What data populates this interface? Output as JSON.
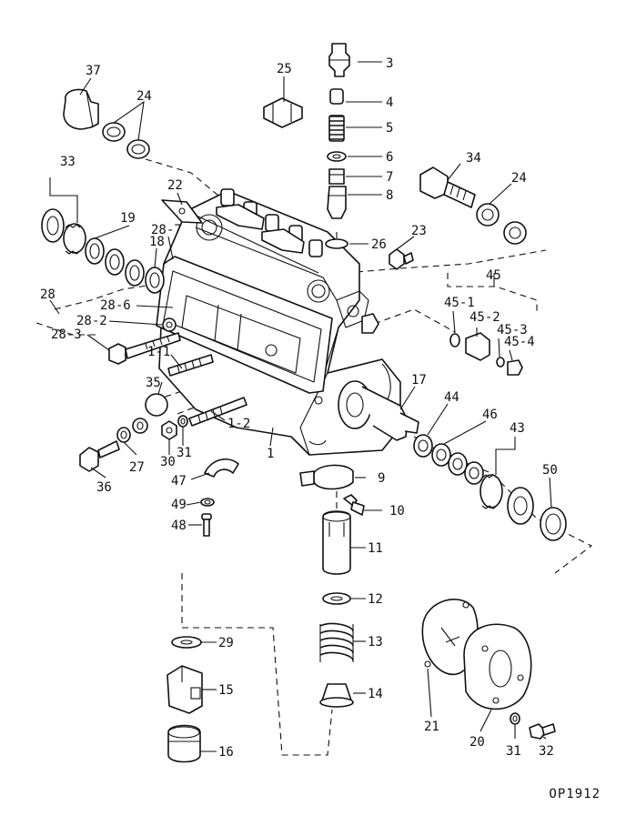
{
  "diagram": {
    "reference_code": "OP1912",
    "labels": {
      "l1": "1",
      "l1_1": "1-1",
      "l1_2": "1-2",
      "l3": "3",
      "l4": "4",
      "l5": "5",
      "l6": "6",
      "l7": "7",
      "l8": "8",
      "l9": "9",
      "l10": "10",
      "l11": "11",
      "l12": "12",
      "l13": "13",
      "l14": "14",
      "l15": "15",
      "l16": "16",
      "l17": "17",
      "l18": "18",
      "l19": "19",
      "l20": "20",
      "l21": "21",
      "l22": "22",
      "l23": "23",
      "l24a": "24",
      "l24b": "24",
      "l25": "25",
      "l26": "26",
      "l27": "27",
      "l28": "28",
      "l28_2": "28-2",
      "l28_3": "28-3",
      "l28_6": "28-6",
      "l28_7": "28-7",
      "l29": "29",
      "l30": "30",
      "l31a": "31",
      "l31b": "31",
      "l32": "32",
      "l33": "33",
      "l34": "34",
      "l35": "35",
      "l36": "36",
      "l37": "37",
      "l43": "43",
      "l44": "44",
      "l45": "45",
      "l45_1": "45-1",
      "l45_2": "45-2",
      "l45_3": "45-3",
      "l45_4": "45-4",
      "l46": "46",
      "l47": "47",
      "l48": "48",
      "l49": "49",
      "l50": "50"
    }
  }
}
